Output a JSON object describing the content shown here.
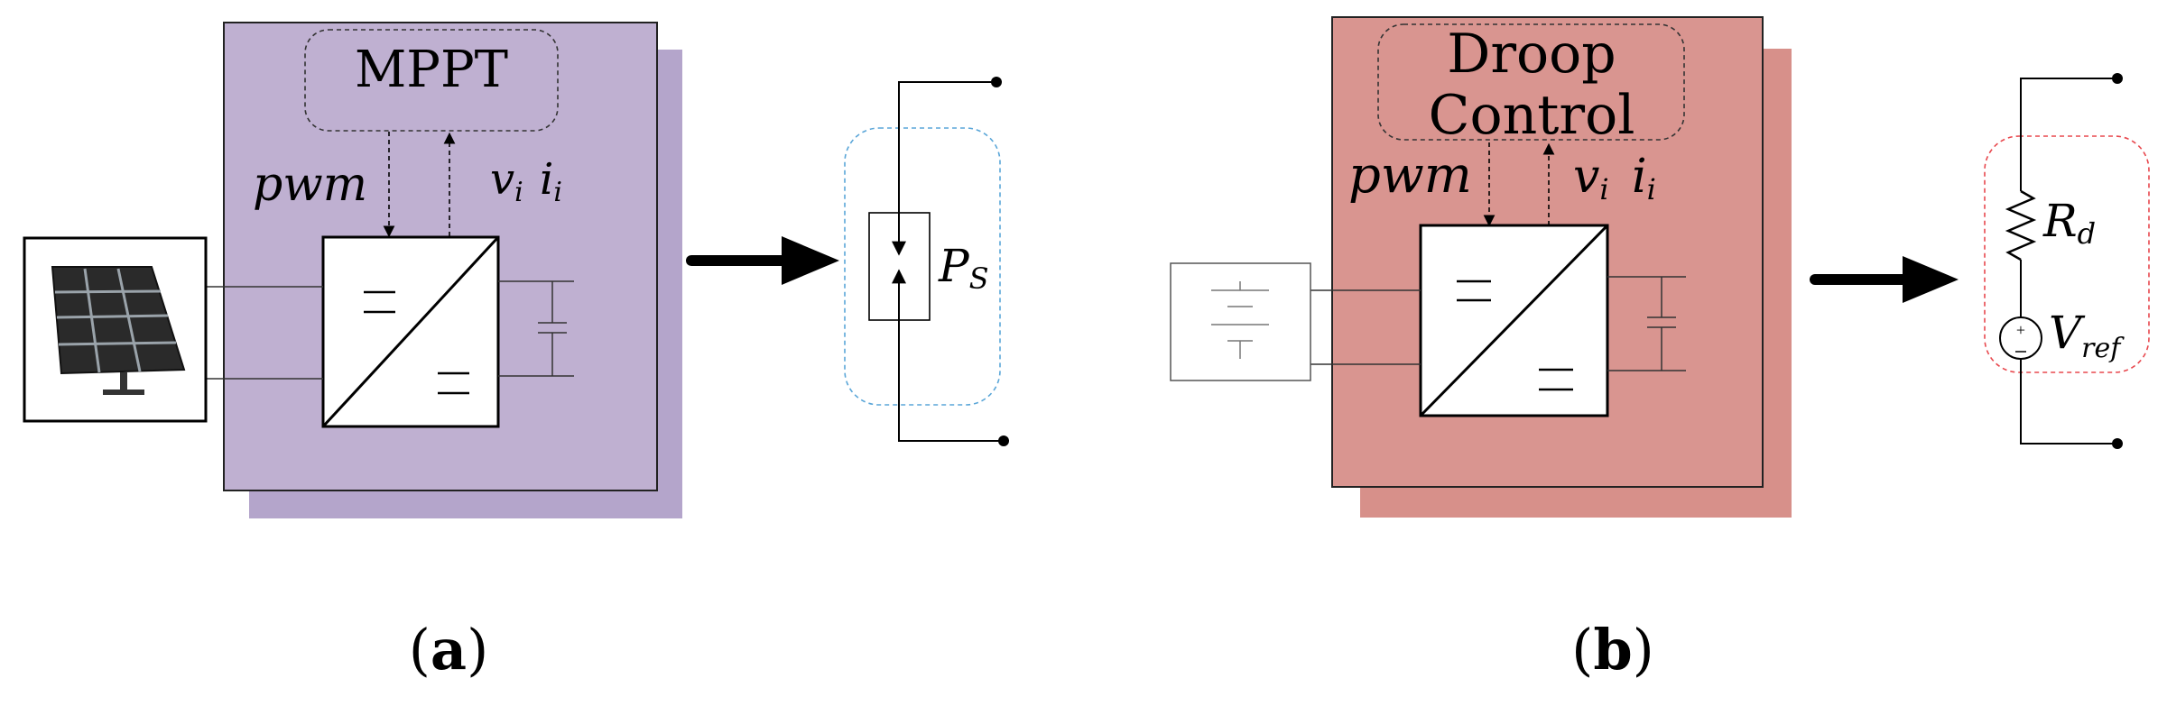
{
  "panel_a": {
    "controller_label": "MPPT",
    "pwm_label": "pwm",
    "vi_label": "v",
    "vi_sub": "i",
    "ii_label": "i",
    "ii_sub": "i",
    "equivalent_label": "P",
    "equivalent_sub": "S",
    "caption_open": "(",
    "caption_letter": "a",
    "caption_close": ")",
    "source": "solar-panel-icon",
    "colors": {
      "box": "#bfb0d1",
      "shadow": "#b4a5cb",
      "dash_outline": "#5aa6d8"
    }
  },
  "panel_b": {
    "controller_line1": "Droop",
    "controller_line2": "Control",
    "pwm_label": "pwm",
    "vi_label": "v",
    "vi_sub": "i",
    "ii_label": "i",
    "ii_sub": "i",
    "resistor_label": "R",
    "resistor_sub": "d",
    "vref_label": "V",
    "vref_sub": "ref",
    "caption_open": "(",
    "caption_letter": "b",
    "caption_close": ")",
    "source": "battery-icon",
    "colors": {
      "box": "#d99590",
      "shadow": "#d7908a",
      "dash_outline": "#e8484e"
    }
  }
}
